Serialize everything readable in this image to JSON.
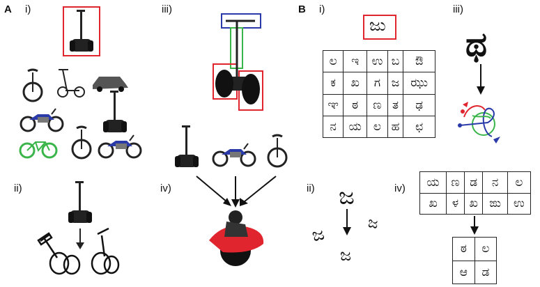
{
  "panel_a": {
    "letter": "A",
    "subpanels": {
      "i": "i)",
      "ii": "ii)",
      "iii": "iii)",
      "iv": "iv)"
    }
  },
  "panel_b": {
    "letter": "B",
    "subpanels": {
      "i": "i)",
      "ii": "ii)",
      "iii": "iii)",
      "iv": "iv)"
    },
    "target_char": "ಜು",
    "grid_main": [
      [
        "ಲ",
        "ಇ",
        "ಉ",
        "ಬ",
        "ಔ"
      ],
      [
        "ಕ",
        "ಖ",
        "ಗ",
        "ಜ",
        "ಝು"
      ],
      [
        "ಞ",
        "ಠ",
        "ಣ",
        "ತ",
        "ಢ"
      ],
      [
        "ನ",
        "ಯ",
        "ಲ",
        "ಹ",
        "ಛ"
      ]
    ],
    "parse_char": "ಥ",
    "ii_main": "ಜ",
    "ii_variants": [
      "ಜ",
      "ಜ",
      "ಜ"
    ],
    "grid_iv": [
      [
        "ಯ",
        "ಣ",
        "ಡ",
        "ನ",
        "ಲ"
      ],
      [
        "ಖ",
        "ಳ",
        "ಖ",
        "ಙು",
        "ಉ"
      ]
    ],
    "grid_iv_out": [
      [
        "ಠ",
        "ಲ"
      ],
      [
        "ಆ",
        "ಡ"
      ]
    ]
  },
  "colors": {
    "red": "#e0252f",
    "blue": "#2a3aa8",
    "green": "#3ab54a",
    "gray": "#5a5a5a"
  }
}
